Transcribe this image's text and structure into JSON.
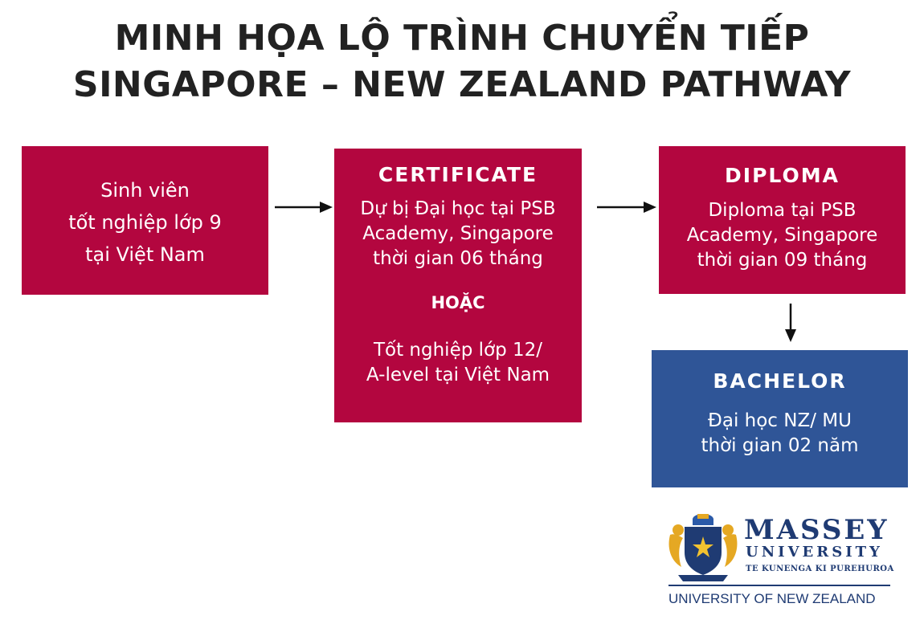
{
  "title": {
    "line1": "MINH HỌA LỘ TRÌNH CHUYỂN TIẾP",
    "line2": "SINGAPORE – NEW ZEALAND PATHWAY"
  },
  "boxes": {
    "start": {
      "lines": [
        "Sinh viên",
        "tốt nghiệp lớp 9",
        "tại Việt Nam"
      ],
      "color": "#b3063f"
    },
    "certificate": {
      "heading": "CERTIFICATE",
      "lines": [
        "Dự bị Đại học tại PSB",
        "Academy, Singapore",
        "thời gian 06 tháng"
      ],
      "or_label": "HOẶC",
      "alt_lines": [
        "Tốt nghiệp lớp 12/",
        "A-level tại Việt Nam"
      ],
      "color": "#b3063f"
    },
    "diploma": {
      "heading": "DIPLOMA",
      "lines": [
        "Diploma tại PSB",
        "Academy, Singapore",
        "thời gian 09 tháng"
      ],
      "color": "#b3063f"
    },
    "bachelor": {
      "heading": "BACHELOR",
      "lines": [
        "Đại học NZ/ MU",
        "thời gian 02 năm"
      ],
      "color": "#2f5597"
    }
  },
  "logo": {
    "name": "MASSEY",
    "university": "UNIVERSITY",
    "motto": "TE KUNENGA KI PUREHUROA",
    "footer": "UNIVERSITY OF NEW ZEALAND",
    "icon": "massey-crest-icon"
  }
}
